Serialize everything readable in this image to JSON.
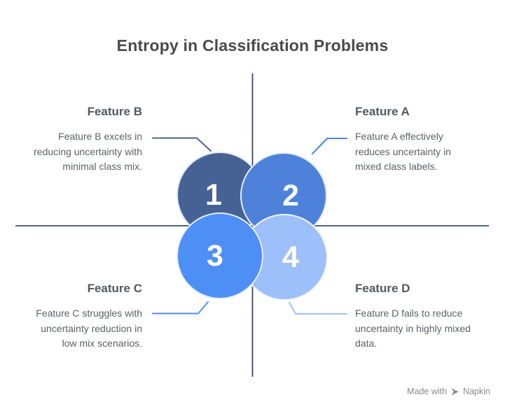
{
  "title": "Entropy in Classification Problems",
  "features": [
    {
      "number": "1",
      "heading": "Feature B",
      "description": "Feature B excels in reducing uncertainty with minimal class mix."
    },
    {
      "number": "2",
      "heading": "Feature A",
      "description": "Feature A effectively reduces uncertainty in mixed class labels."
    },
    {
      "number": "3",
      "heading": "Feature C",
      "description": "Feature C struggles with uncertainty reduction in low mix scenarios."
    },
    {
      "number": "4",
      "heading": "Feature D",
      "description": "Feature D fails to reduce uncertainty in highly mixed data."
    }
  ],
  "colors": {
    "title_text": "#4A4A4A",
    "heading_text": "#54585D",
    "body_text": "#5B6066",
    "axis_line": "#3A4A64",
    "circle_1": "#466295",
    "circle_2": "#4E82DA",
    "circle_3": "#4E8FF5",
    "circle_4": "#9EC0FA",
    "connector_b": "#476396",
    "connector_a": "#4C84E4",
    "connector_c": "#4E8FF5",
    "connector_d": "#9EC0FA",
    "number_text": "#FFFFFF",
    "badge_text": "#8A8A8A"
  },
  "badge": {
    "prefix": "Made with",
    "brand": "Napkin"
  }
}
